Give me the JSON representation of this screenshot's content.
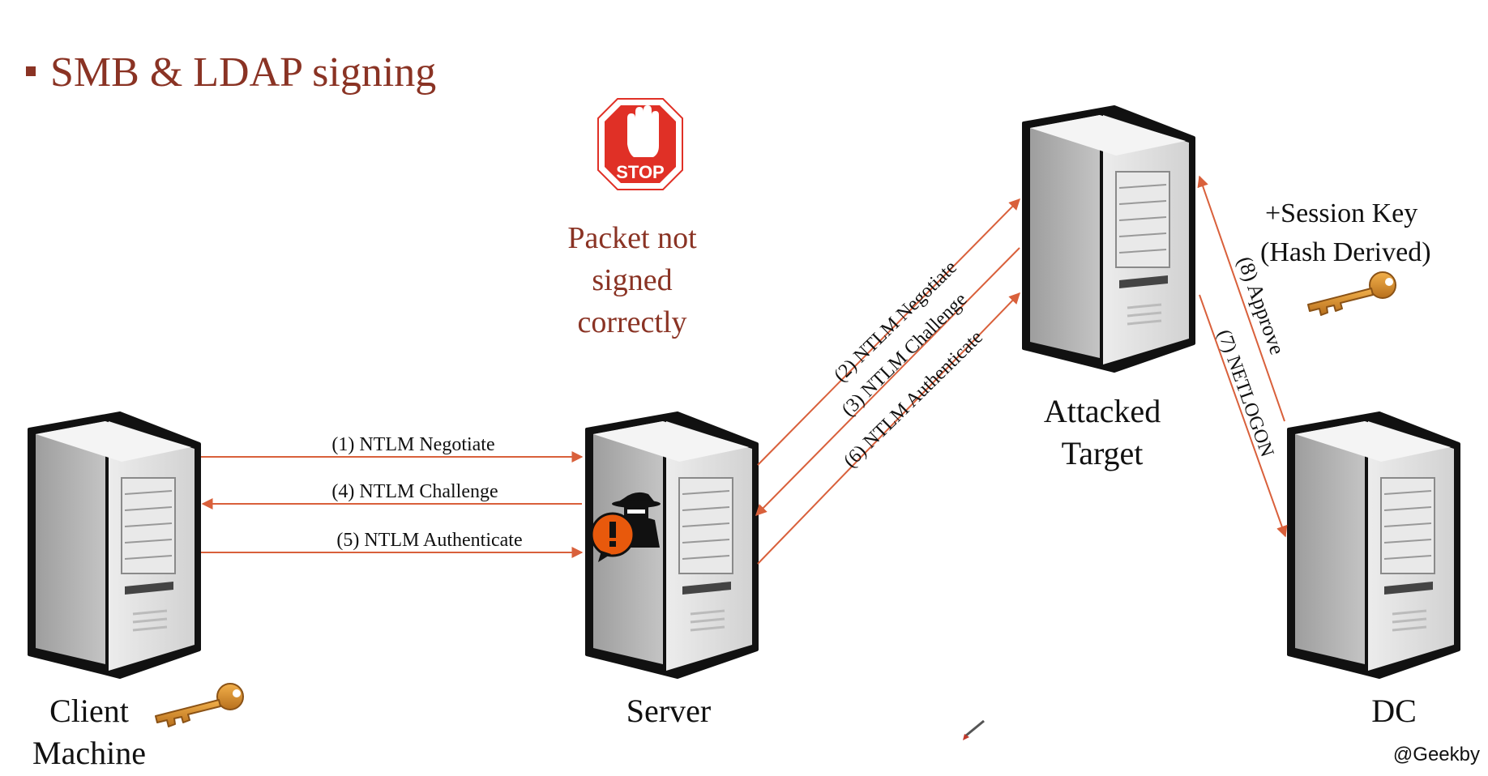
{
  "title": "SMB & LDAP signing",
  "warning": {
    "stop_text": "STOP",
    "lines": [
      "Packet not",
      "signed",
      "correctly"
    ]
  },
  "nodes": {
    "client": [
      "Client",
      "Machine"
    ],
    "server": "Server",
    "target": [
      "Attacked",
      "Target"
    ],
    "dc": "DC"
  },
  "session_key": [
    "+Session Key",
    "(Hash Derived)"
  ],
  "messages": {
    "m1": "(1) NTLM Negotiate",
    "m4": "(4) NTLM Challenge",
    "m5": "(5) NTLM Authenticate",
    "m2": "(2) NTLM Negotiate",
    "m3": "(3) NTLM Challenge",
    "m6": "(6) NTLM Authenticate",
    "m7": "(7) NETLOGON",
    "m8": "(8) Approve"
  },
  "credit": "@Geekby",
  "colors": {
    "accent": "#8a3324",
    "arrow": "#d9603b",
    "stop": "#e03026"
  },
  "icons": [
    "stop-sign-icon",
    "hacker-icon",
    "alert-icon",
    "key-icon",
    "server-icon"
  ]
}
